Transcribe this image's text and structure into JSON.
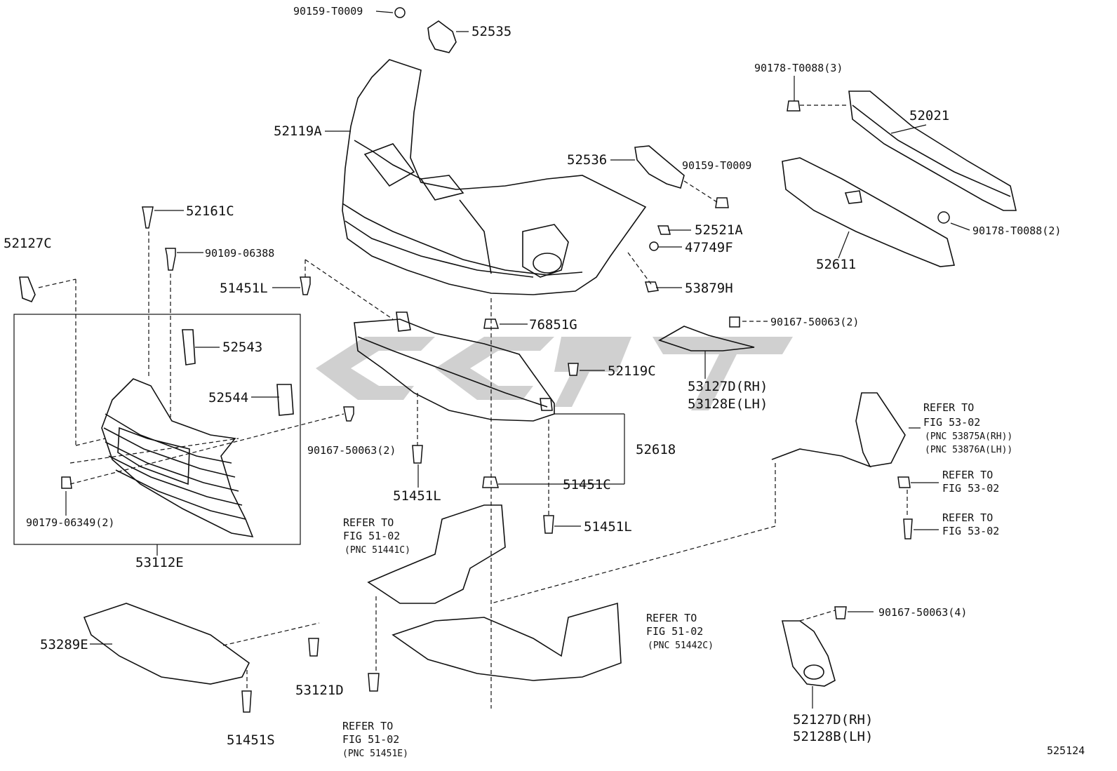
{
  "diagram_id": "525124",
  "labels": {
    "p90159_top": "90159-T0009",
    "p52535": "52535",
    "p52119A": "52119A",
    "p52536": "52536",
    "p90159_mid": "90159-T0009",
    "p52521A": "52521A",
    "p47749F": "47749F",
    "p53879H": "53879H",
    "p90178_3": "90178-T0088(3)",
    "p52021": "52021",
    "p90178_2": "90178-T0088(2)",
    "p52611": "52611",
    "p52161C": "52161C",
    "p52127C": "52127C",
    "p90109": "90109-06388",
    "p51451L_a": "51451L",
    "p52543": "52543",
    "p52544": "52544",
    "p90179": "90179-06349(2)",
    "p53112E": "53112E",
    "p76851G": "76851G",
    "p52119C": "52119C",
    "p90167_left": "90167-50063(2)",
    "p51451L_b": "51451L",
    "p52618": "52618",
    "p51451C": "51451C",
    "p51451L_c": "51451L",
    "p90167_right": "90167-50063(2)",
    "p53127D": "53127D(RH)",
    "p53128E": "53128E(LH)",
    "ref5302_a1": "REFER TO",
    "ref5302_a2": "FIG 53-02",
    "ref5302_a3": "(PNC 53875A(RH))",
    "ref5302_a4": "(PNC 53876A(LH))",
    "ref5302_b1": "REFER TO",
    "ref5302_b2": "FIG 53-02",
    "ref5302_c1": "REFER TO",
    "ref5302_c2": "FIG 53-02",
    "ref5102_a1": "REFER TO",
    "ref5102_a2": "FIG 51-02",
    "ref5102_a3": "(PNC 51441C)",
    "ref5102_b1": "REFER TO",
    "ref5102_b2": "FIG 51-02",
    "ref5102_b3": "(PNC 51442C)",
    "ref5102_c1": "REFER TO",
    "ref5102_c2": "FIG 51-02",
    "ref5102_c3": "(PNC 51451E)",
    "p53289E": "53289E",
    "p53121D": "53121D",
    "p51451S": "51451S",
    "p90167_4": "90167-50063(4)",
    "p52127D": "52127D(RH)",
    "p52128B": "52128B(LH)"
  },
  "colors": {
    "line": "#111111",
    "watermark": "#c8c8c8",
    "background": "#ffffff"
  }
}
